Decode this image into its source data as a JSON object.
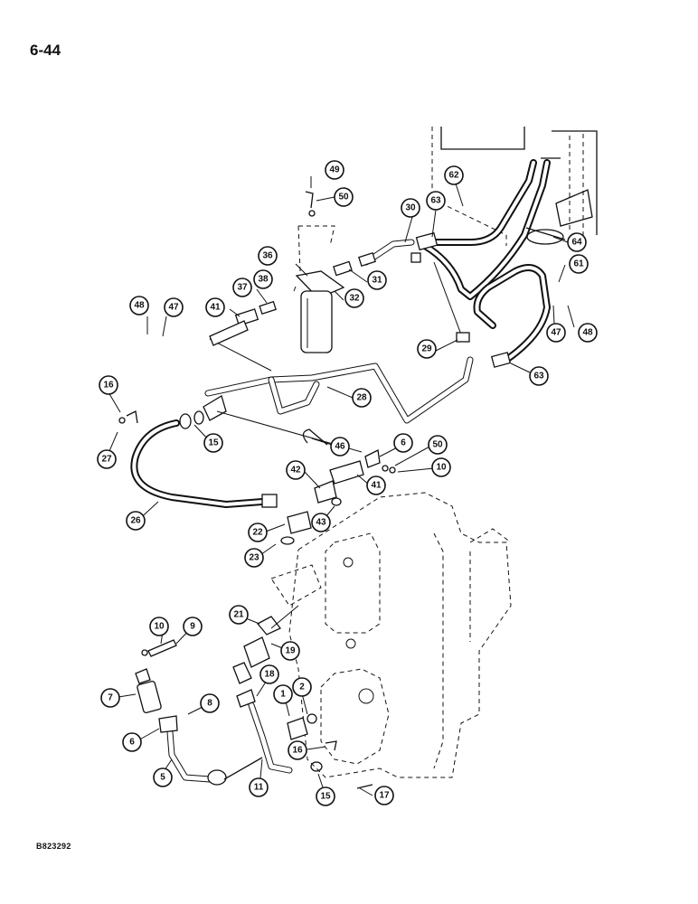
{
  "page_number": "6-44",
  "figure_code": "B823292",
  "callouts": [
    "49",
    "50",
    "62",
    "63",
    "30",
    "64",
    "36",
    "38",
    "31",
    "37",
    "32",
    "41",
    "48",
    "47",
    "61",
    "47",
    "48",
    "29",
    "63",
    "16",
    "28",
    "27",
    "15",
    "46",
    "6",
    "50",
    "10",
    "42",
    "41",
    "26",
    "43",
    "22",
    "23",
    "21",
    "10",
    "9",
    "19",
    "7",
    "18",
    "8",
    "1",
    "2",
    "6",
    "16",
    "5",
    "11",
    "15",
    "17"
  ]
}
